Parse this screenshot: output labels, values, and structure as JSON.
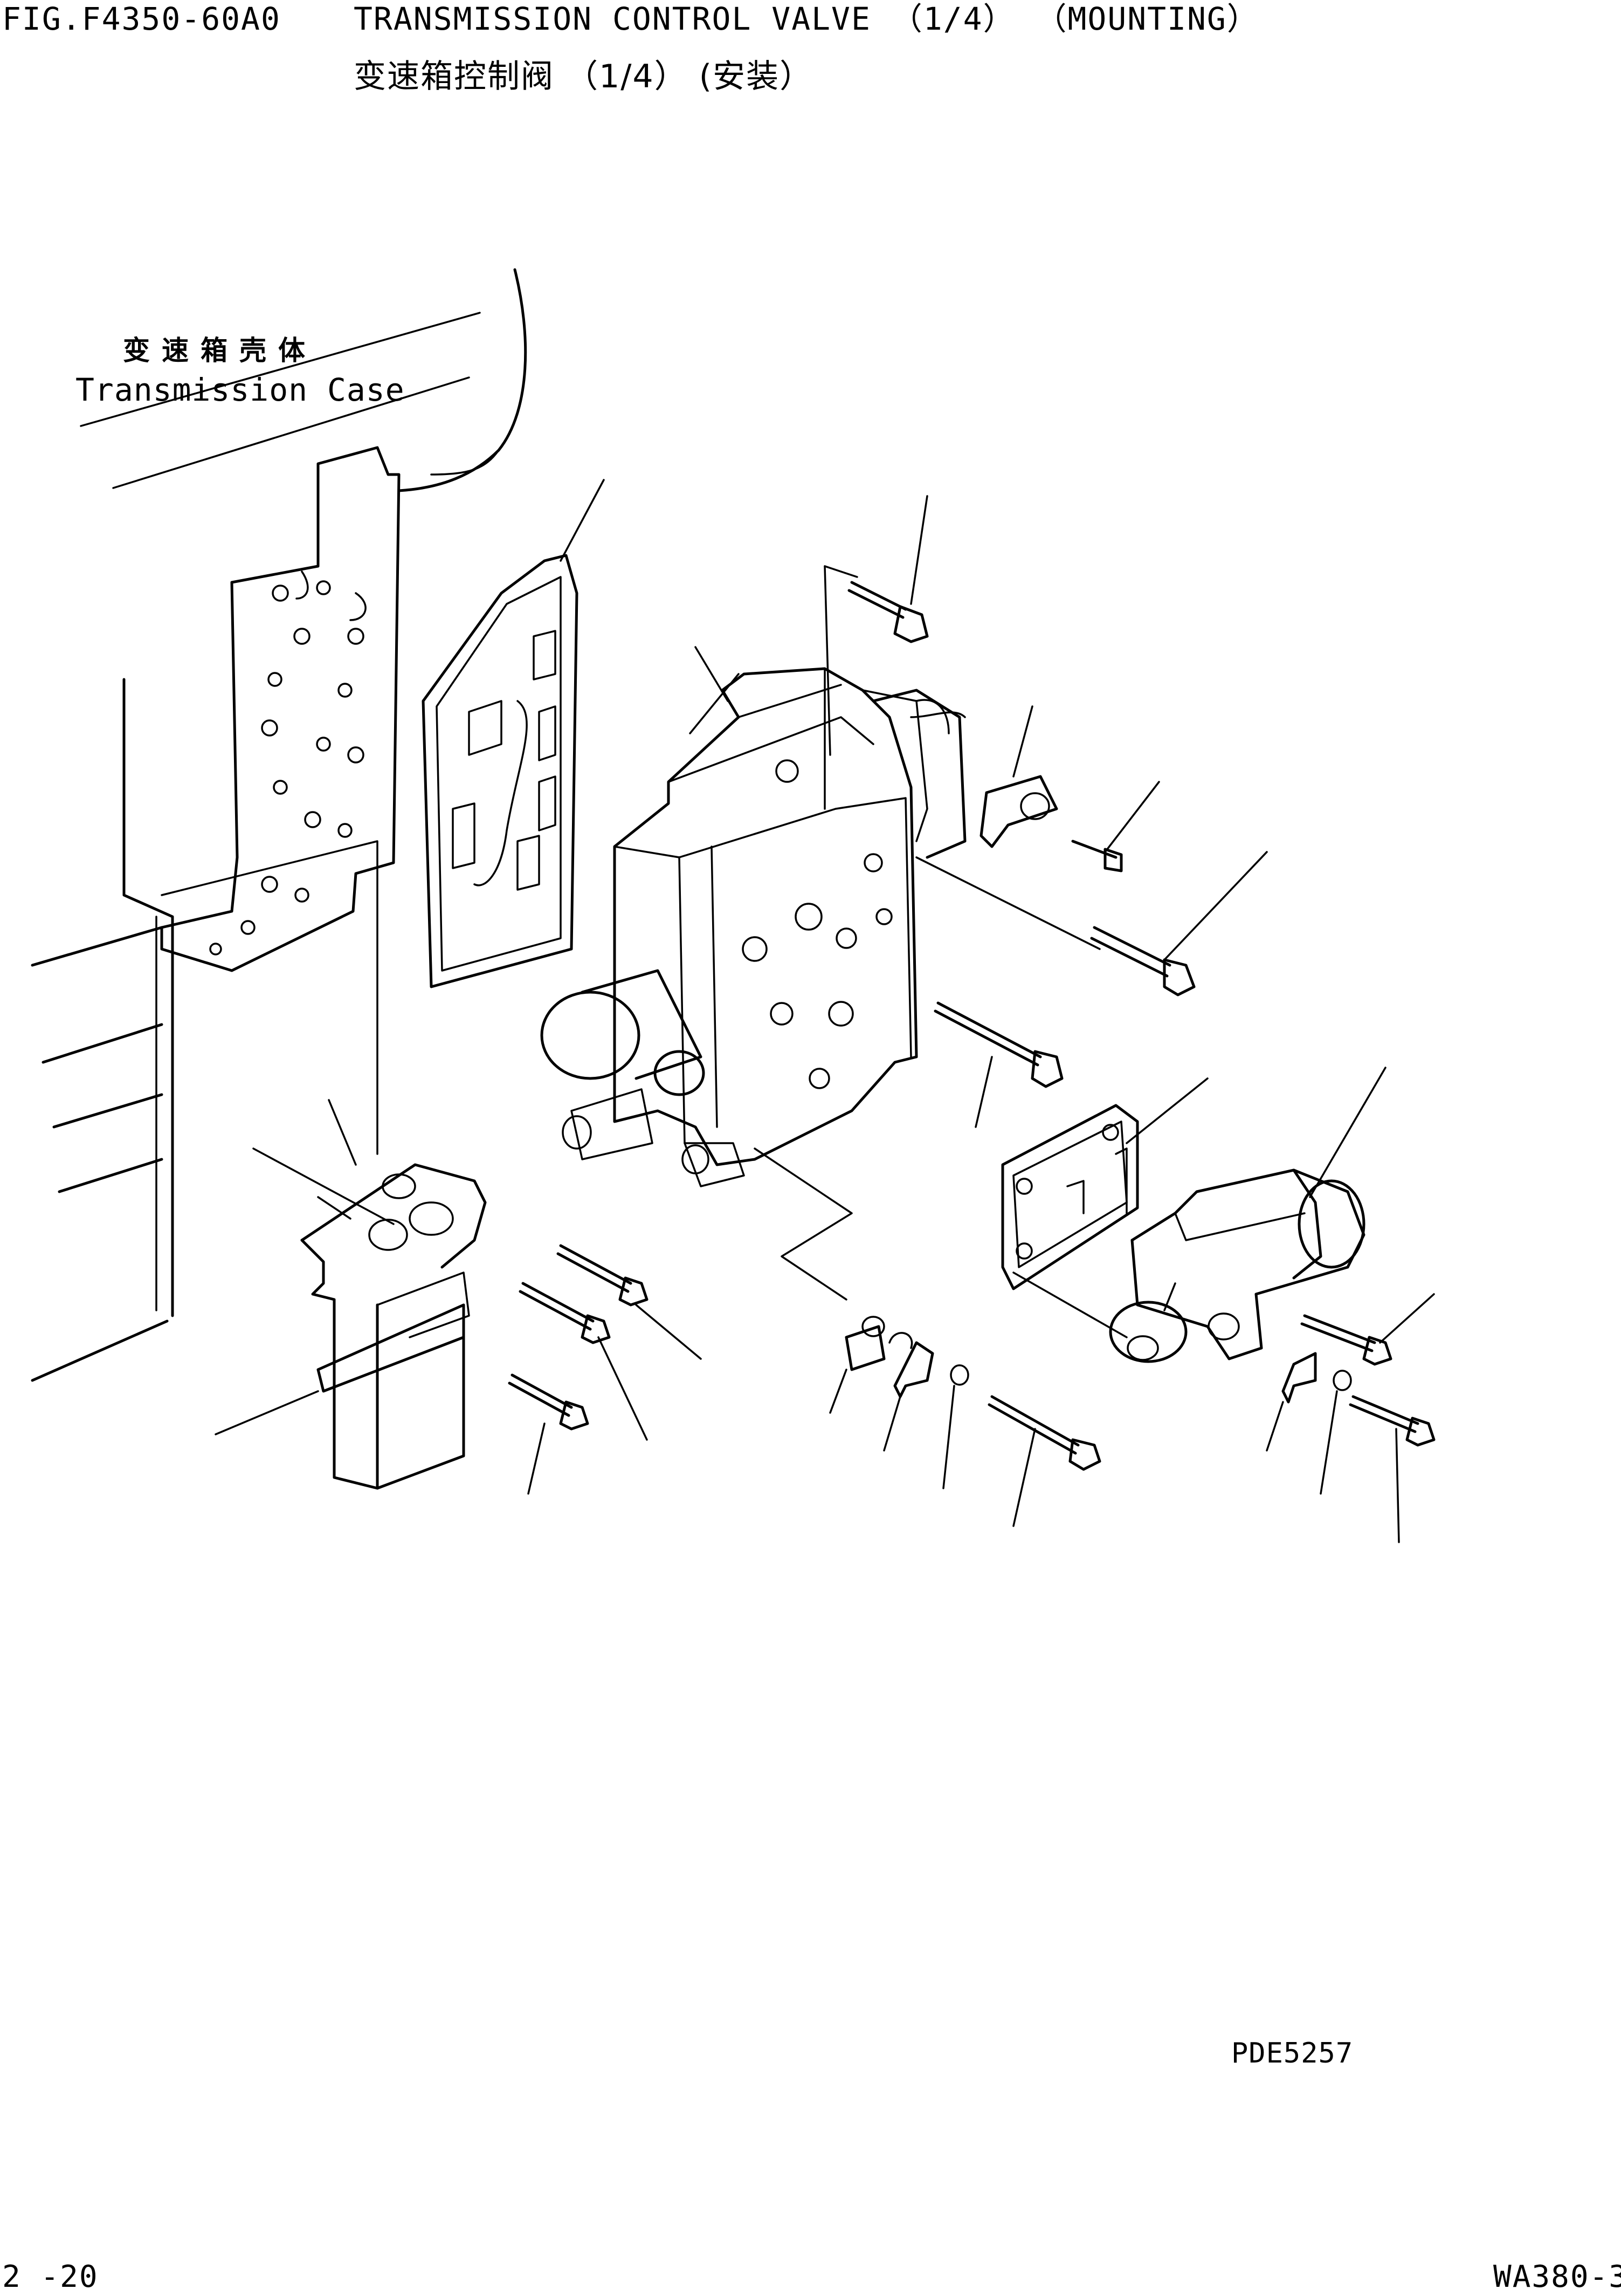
{
  "header": {
    "figure_number": "FIG.F4350-60A0",
    "title_en": "TRANSMISSION CONTROL VALVE （1/4） （MOUNTING）",
    "title_cn": "变速箱控制阀 （1/4） (安装）"
  },
  "labels": {
    "case_cn": "变速箱壳体",
    "case_en": "Transmission Case"
  },
  "footer": {
    "drawing_code": "PDE5257",
    "page_number": "2 -20",
    "model": "WA380-3"
  }
}
